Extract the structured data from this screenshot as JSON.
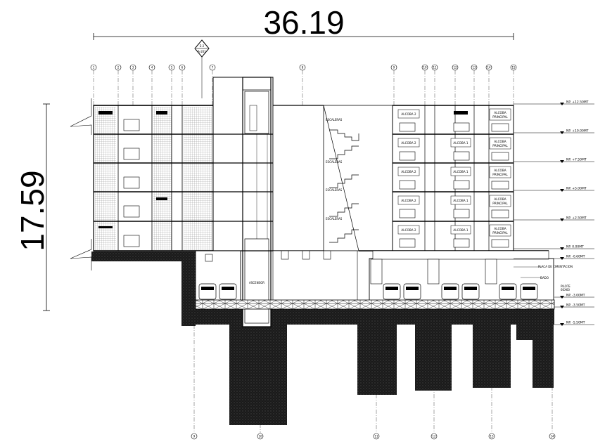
{
  "dimensions": {
    "width_label": "36.19",
    "height_label": "17.59"
  },
  "section_marker": {
    "top": "E-2",
    "bottom": "A-201"
  },
  "axes": {
    "top": [
      "1",
      "2",
      "3",
      "4",
      "5",
      "6",
      "7",
      "8",
      "9",
      "10",
      "11",
      "12",
      "13",
      "14",
      "15"
    ],
    "bottom": [
      "9",
      "10",
      "11",
      "12",
      "13",
      "14"
    ]
  },
  "levels": [
    "NP. +12.50MT",
    "NP. +10.00MT",
    "NP. +7.50MT",
    "NP. +5.00MT",
    "NP. +2.50MT",
    "NP. 0.00MT",
    "NP. -0.60MT",
    "NP. -3.00MT",
    "NP. -3.50MT",
    "NP. -5.50MT"
  ],
  "annotations": {
    "stair": "ESCALERAS",
    "elevator": "ASCENSOR",
    "placa": "PLACA DE CIMENTACION",
    "dado": "DADO",
    "pilote": "PILOTE",
    "pilote_size": "60X60"
  },
  "rooms": {
    "alcoba_2": "ALCOBA 2",
    "alcoba_1": "ALCOBA 1",
    "alcoba_principal_a": "ALCOBA",
    "alcoba_principal_b": "PRINCIPAL"
  },
  "colors": {
    "line": "#000000",
    "ground": "#1a1a1a",
    "hatch": "#444444",
    "accent": "#2d2a8c"
  }
}
